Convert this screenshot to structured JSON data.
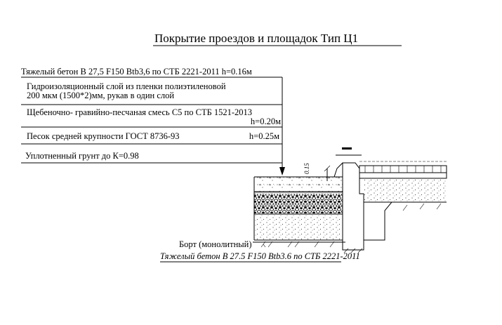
{
  "title": "Покрытие проездов и площадок Тип Ц1",
  "layers": [
    {
      "line1": "Тяжелый бетон B 27,5 F150 Btb3,6 по СТБ 2221-2011 h=0.16м",
      "line2": ""
    },
    {
      "line1": "Гидроизоляционный слой из пленки полиэтиленовой",
      "line2": "200 мкм  (1500*2)мм, рукав в один слой"
    },
    {
      "line1": "Щебеночно- гравийно-песчаная смесь С5 по СТБ 1521-2013",
      "line2": "h=0.20м"
    },
    {
      "line1": "Песок средней крупности ГОСТ 8736-93",
      "line2": "h=0.25м"
    },
    {
      "line1": "Уплотненный грунт до К=0.98",
      "line2": ""
    }
  ],
  "curb_label": "Борт (монолитный)",
  "curb_material": "Тяжелый бетон  B 27.5 F150 Btb3.6 по СТБ 2221-2011",
  "dimension_label": "0.15"
}
